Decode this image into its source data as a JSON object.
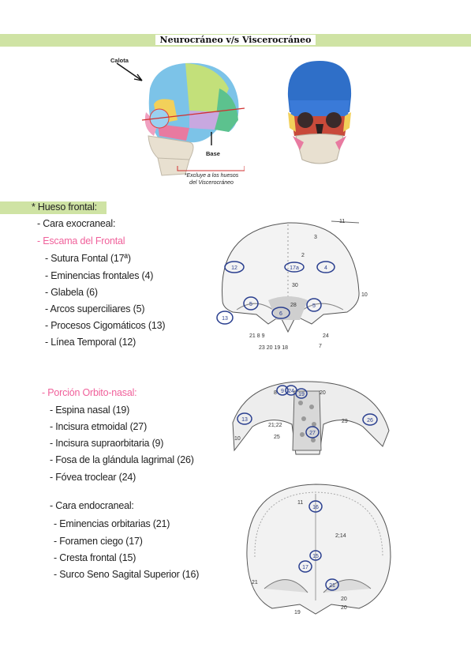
{
  "title": "Neurocráneo v/s Viscerocráneo",
  "figure_top": {
    "label_calota": "Calota",
    "label_base": "Base",
    "note_line1": "*Excluye a los huesos",
    "note_line2": "del Viscerocráneo"
  },
  "section": {
    "heading": "* Hueso frontal:"
  },
  "items": [
    {
      "text": "- Cara exocraneal:",
      "color": "dark"
    },
    {
      "text": "- Escama del Frontal",
      "color": "pink"
    },
    {
      "text": "- Sutura Fontal (17ª)",
      "color": "dark"
    },
    {
      "text": "- Eminencias frontales (4)",
      "color": "dark"
    },
    {
      "text": "- Glabela (6)",
      "color": "dark"
    },
    {
      "text": "- Arcos superciliares (5)",
      "color": "dark"
    },
    {
      "text": "- Procesos Cigomáticos (13)",
      "color": "dark"
    },
    {
      "text": "- Línea Temporal (12)",
      "color": "dark"
    },
    {
      "text": "- Porción Orbito-nasal:",
      "color": "pink"
    },
    {
      "text": "- Espina nasal (19)",
      "color": "dark"
    },
    {
      "text": "- Incisura etmoidal (27)",
      "color": "dark"
    },
    {
      "text": "- Incisura supraorbitaria (9)",
      "color": "dark"
    },
    {
      "text": "- Fosa de la glándula lagrimal (26)",
      "color": "dark"
    },
    {
      "text": "- Fóvea troclear (24)",
      "color": "dark"
    },
    {
      "text": "- Cara endocraneal:",
      "color": "dark"
    },
    {
      "text": "- Eminencias orbitarias (21)",
      "color": "dark"
    },
    {
      "text": "- Foramen ciego (17)",
      "color": "dark"
    },
    {
      "text": "- Cresta frontal (15)",
      "color": "dark"
    },
    {
      "text": "- Surco Seno Sagital Superior (16)",
      "color": "dark"
    }
  ],
  "fig1": {
    "n11": "11",
    "n3": "3",
    "n2": "2",
    "c12": "12",
    "c17a": "17a",
    "c4": "4",
    "n10": "10",
    "n30": "30",
    "c5a": "5",
    "c5b": "5",
    "c6": "6",
    "n28": "28",
    "c13": "13",
    "bottom1": "21  8  9",
    "bottom2": "23 20 19 18",
    "n24": "24",
    "n7": "7"
  },
  "fig2": {
    "n8": "8",
    "c9": "9",
    "c24": "24",
    "c19": "19",
    "n20": "20",
    "c13": "13",
    "n2122": "21;22",
    "n29": "29",
    "c26": "26",
    "n10": "10",
    "n25": "25",
    "c27": "27"
  },
  "fig3": {
    "n11": "11",
    "c16": "16",
    "n214": "2;14",
    "c15": "15",
    "c17": "17",
    "n21": "21",
    "c21": "21",
    "n20a": "20",
    "n20b": "20",
    "n19": "19"
  },
  "colors": {
    "highlight": "#cfe3a4",
    "pink": "#f0619b",
    "circle": "#2a3f8f"
  }
}
